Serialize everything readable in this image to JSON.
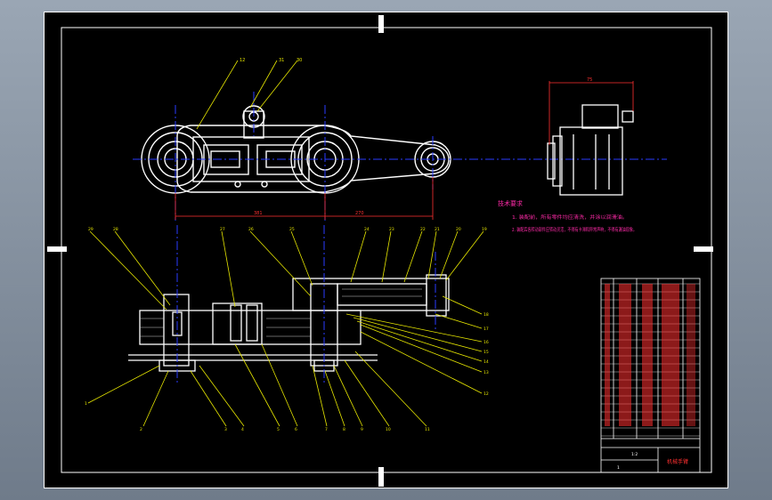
{
  "technical_requirements": {
    "title": "技术要求",
    "items": [
      "1. 装配前，所有零件均应清洗，并涂以润滑油。",
      "2. 装配后各转动部件应转动灵活，不得有卡滞和异常声响，不得有漏油现象。"
    ]
  },
  "dimensions": {
    "top_width": "75",
    "span_left": "381",
    "span_right": "270"
  },
  "top_leaders": [
    "12",
    "31",
    "30"
  ],
  "bottom_top_leaders": [
    "29",
    "28",
    "27",
    "26",
    "25",
    "24",
    "23",
    "22",
    "21",
    "20",
    "19"
  ],
  "bottom_bottom_leaders": [
    "1",
    "2",
    "3",
    "4",
    "5",
    "6",
    "7",
    "8",
    "9",
    "10",
    "11"
  ],
  "right_leaders": [
    "18",
    "17",
    "16",
    "15",
    "14",
    "13",
    "12"
  ],
  "title_block": {
    "title": "机械手臂",
    "scale": "1:2",
    "sheet": "1"
  },
  "colors": {
    "sheet": "#000000",
    "outline": "#ffffff",
    "centerline": "#2a3cff",
    "leader": "#e6e600",
    "dimension": "#ff3030",
    "text_note": "#ff2aa8",
    "table_text": "#ff3030"
  }
}
